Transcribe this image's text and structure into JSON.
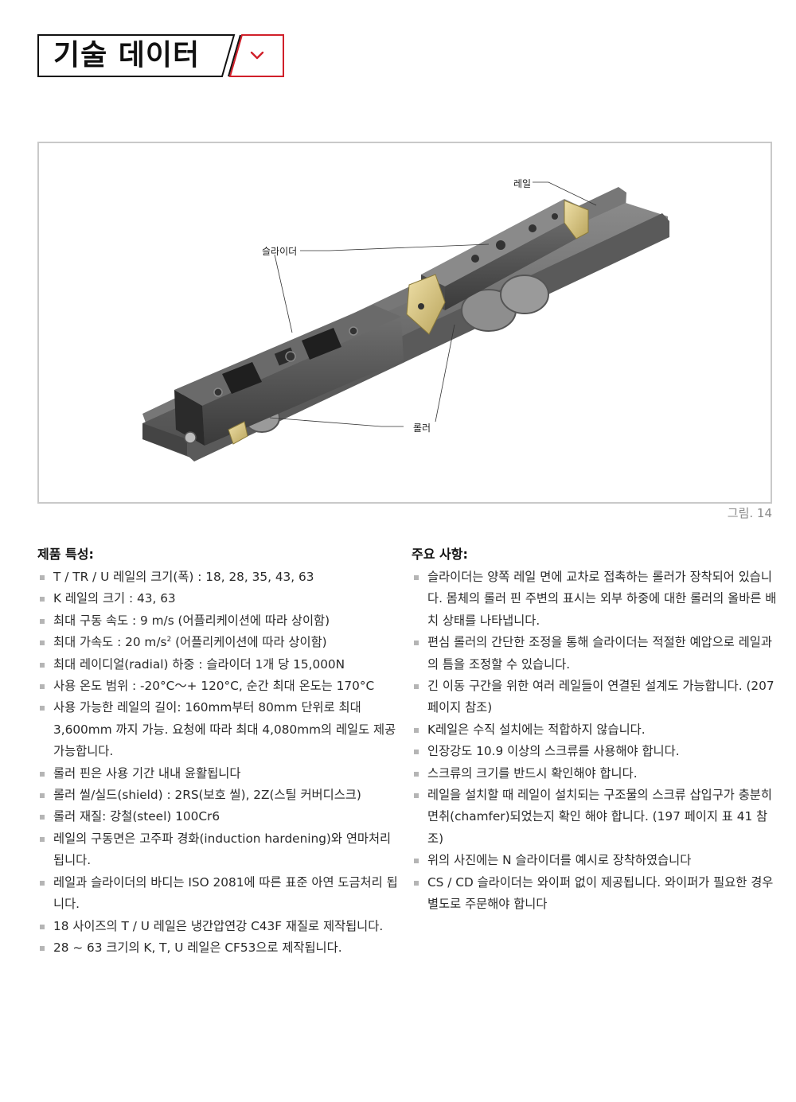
{
  "header": {
    "title": "기술 데이터",
    "accent_color": "#d0202a",
    "toggle_icon": "chevron-down-icon"
  },
  "figure": {
    "labels": {
      "rail": "레일",
      "slider": "슬라이더",
      "roller": "롤러"
    },
    "caption": "그림. 14"
  },
  "left": {
    "title": "제품 특성:",
    "items": [
      "T / TR / U 레일의 크기(폭) : 18, 28, 35, 43, 63",
      "K 레일의 크기 : 43, 63",
      "최대 구동 속도 : 9 m/s (어플리케이션에 따라 상이함)",
      "최대 레이디얼(radial) 하중 : 슬라이더 1개 당 15,000N",
      "사용 온도 범위 :  -20°C～+ 120°C, 순간 최대 온도는 170°C",
      "사용 가능한 레일의 길이: 160mm부터 80mm 단위로 최대 3,600mm 까지 가능. 요청에 따라 최대 4,080mm의 레일도 제공 가능합니다.",
      "롤러 핀은 사용 기간 내내 윤활됩니다",
      "롤러 씰/실드(shield) : 2RS(보호 씰), 2Z(스틸 커버디스크)",
      "롤러 재질: 강철(steel) 100Cr6",
      "레일의 구동면은 고주파 경화(induction hardening)와 연마처리 됩니다.",
      "레일과 슬라이더의 바디는 ISO 2081에 따른 표준 아연 도금처리 됩니다.",
      "18 사이즈의 T / U 레일은 냉간압연강 C43F 재질로 제작됩니다.",
      "28 ~ 63 크기의 K, T, U 레일은 CF53으로 제작됩니다."
    ],
    "accel": {
      "prefix": "최대 가속도 : 20  m/s",
      "sup": "2",
      "suffix": " (어플리케이션에 따라 상이함)"
    }
  },
  "right": {
    "title": "주요 사항:",
    "items": [
      "슬라이더는 양쪽 레일 면에 교차로 접촉하는 롤러가 장착되어 있습니다. 몸체의 롤러 핀 주변의 표시는 외부 하중에 대한 롤러의 올바른 배치 상태를 나타냅니다.",
      "편심 롤러의 간단한 조정을 통해 슬라이더는 적절한 예압으로 레일과의 틈을 조정할 수 있습니다.",
      "긴 이동 구간을 위한 여러 레일들이 연결된 설계도 가능합니다. (207 페이지 참조)",
      "K레일은 수직 설치에는 적합하지 않습니다.",
      "인장강도 10.9 이상의 스크류를 사용해야 합니다.",
      "스크류의 크기를 반드시 확인해야 합니다.",
      "레일을 설치할 때 레일이 설치되는 구조물의 스크류 삽입구가 충분히 면취(chamfer)되었는지 확인 해야 합니다. (197 페이지 표 41 참조)",
      "위의 사진에는 N 슬라이더를 예시로 장착하였습니다",
      "CS / CD 슬라이더는 와이퍼 없이 제공됩니다. 와이퍼가 필요한 경우 별도로 주문해야 합니다"
    ]
  }
}
